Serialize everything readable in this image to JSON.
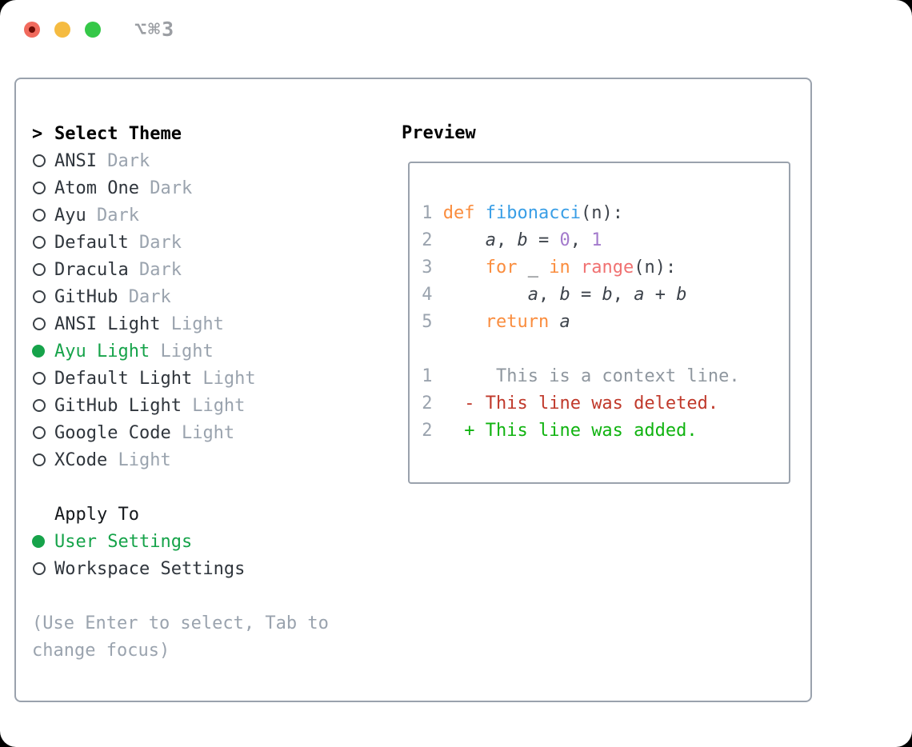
{
  "titlebar": {
    "shortcut": "⌥⌘3",
    "buttons": [
      "close",
      "minimize",
      "zoom"
    ]
  },
  "colors": {
    "selection_green": "#16a34a",
    "added_green": "#10b310",
    "deleted_red": "#c0392b",
    "keyword_orange": "#fa8d3e",
    "function_blue": "#399ee6",
    "constant_purple": "#a37acc",
    "range_pink": "#f07171",
    "muted_gray": "#9aa3ae",
    "border_gray": "#9aa2ad"
  },
  "theme_panel": {
    "header_prefix": ">",
    "header": "Select Theme",
    "items": [
      {
        "name": "ANSI",
        "variant": "Dark",
        "selected": false
      },
      {
        "name": "Atom One",
        "variant": "Dark",
        "selected": false
      },
      {
        "name": "Ayu",
        "variant": "Dark",
        "selected": false
      },
      {
        "name": "Default",
        "variant": "Dark",
        "selected": false
      },
      {
        "name": "Dracula",
        "variant": "Dark",
        "selected": false
      },
      {
        "name": "GitHub",
        "variant": "Dark",
        "selected": false
      },
      {
        "name": "ANSI Light",
        "variant": "Light",
        "selected": false
      },
      {
        "name": "Ayu Light",
        "variant": "Light",
        "selected": true
      },
      {
        "name": "Default Light",
        "variant": "Light",
        "selected": false
      },
      {
        "name": "GitHub Light",
        "variant": "Light",
        "selected": false
      },
      {
        "name": "Google Code",
        "variant": "Light",
        "selected": false
      },
      {
        "name": "XCode",
        "variant": "Light",
        "selected": false
      }
    ],
    "apply_to": {
      "header": "Apply To",
      "options": [
        {
          "name": "User Settings",
          "selected": true
        },
        {
          "name": "Workspace Settings",
          "selected": false
        }
      ]
    },
    "hint_lines": [
      "(Use Enter to select, Tab to",
      "change focus)"
    ]
  },
  "preview": {
    "header": "Preview",
    "code_lines": [
      [
        [
          " 1 ",
          "ln"
        ],
        [
          "def",
          "kw"
        ],
        [
          " "
        ],
        [
          "fibonacci",
          "fn"
        ],
        [
          "(n):"
        ]
      ],
      [
        [
          " 2 ",
          "ln"
        ],
        [
          "    "
        ],
        [
          "a",
          "var"
        ],
        [
          ", "
        ],
        [
          "b",
          "var"
        ],
        [
          " = "
        ],
        [
          "0",
          "num"
        ],
        [
          ", "
        ],
        [
          "1",
          "num"
        ]
      ],
      [
        [
          " 3 ",
          "ln"
        ],
        [
          "    "
        ],
        [
          "for",
          "kw"
        ],
        [
          " _ "
        ],
        [
          "in",
          "kw"
        ],
        [
          " "
        ],
        [
          "range",
          "rng"
        ],
        [
          "(n):"
        ]
      ],
      [
        [
          " 4 ",
          "ln"
        ],
        [
          "        "
        ],
        [
          "a",
          "var"
        ],
        [
          ", "
        ],
        [
          "b",
          "var"
        ],
        [
          " = "
        ],
        [
          "b",
          "var"
        ],
        [
          ", "
        ],
        [
          "a",
          "var"
        ],
        [
          " + "
        ],
        [
          "b",
          "var"
        ]
      ],
      [
        [
          " 5 ",
          "ln"
        ],
        [
          "    "
        ],
        [
          "return",
          "kw"
        ],
        [
          " "
        ],
        [
          "a",
          "var"
        ]
      ],
      [],
      [
        [
          " 1 ",
          "ln"
        ],
        [
          "     "
        ],
        [
          "This is a context line.",
          "ctx"
        ]
      ],
      [
        [
          " 2 ",
          "ln"
        ],
        [
          "  "
        ],
        [
          "- This line was deleted.",
          "del"
        ]
      ],
      [
        [
          " 2 ",
          "ln"
        ],
        [
          "  "
        ],
        [
          "+ This line was added.",
          "add"
        ]
      ]
    ]
  }
}
